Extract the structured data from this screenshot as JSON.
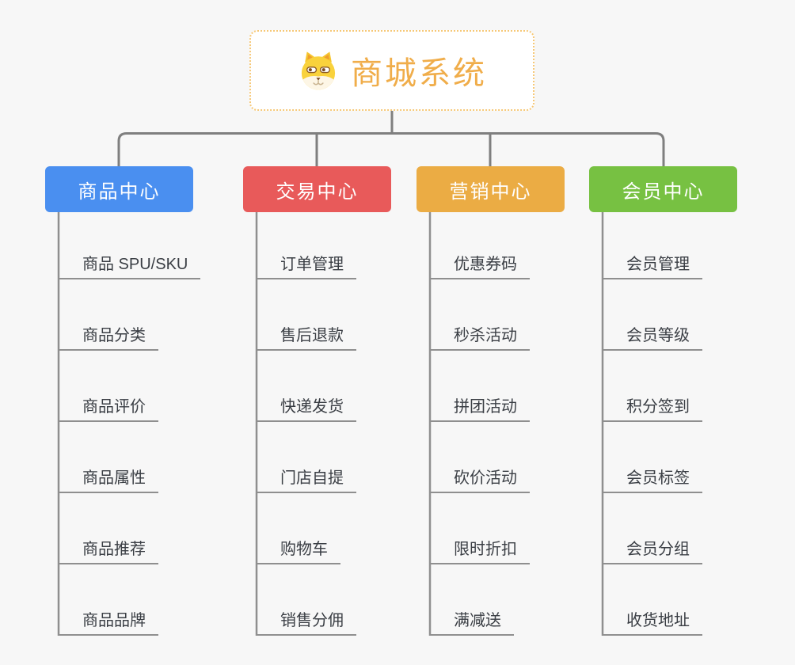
{
  "root": {
    "title": "商城系统",
    "icon": "shiba-dog-icon"
  },
  "branches": [
    {
      "label": "商品中心",
      "color": "#4a8ff0",
      "children": [
        "商品 SPU/SKU",
        "商品分类",
        "商品评价",
        "商品属性",
        "商品推荐",
        "商品品牌"
      ]
    },
    {
      "label": "交易中心",
      "color": "#e85a5a",
      "children": [
        "订单管理",
        "售后退款",
        "快递发货",
        "门店自提",
        "购物车",
        "销售分佣"
      ]
    },
    {
      "label": "营销中心",
      "color": "#ebac44",
      "children": [
        "优惠券码",
        "秒杀活动",
        "拼团活动",
        "砍价活动",
        "限时折扣",
        "满减送"
      ]
    },
    {
      "label": "会员中心",
      "color": "#77c142",
      "children": [
        "会员管理",
        "会员等级",
        "积分签到",
        "会员标签",
        "会员分组",
        "收货地址"
      ]
    }
  ],
  "colors": {
    "background": "#f7f7f7",
    "root_border": "#f6c877",
    "root_title": "#f0ad4a",
    "connector_top": "#7f7f7f",
    "connector_branch": "#8f8f8f",
    "child_text": "#3a3e44",
    "branch_text": "#ffffff"
  }
}
